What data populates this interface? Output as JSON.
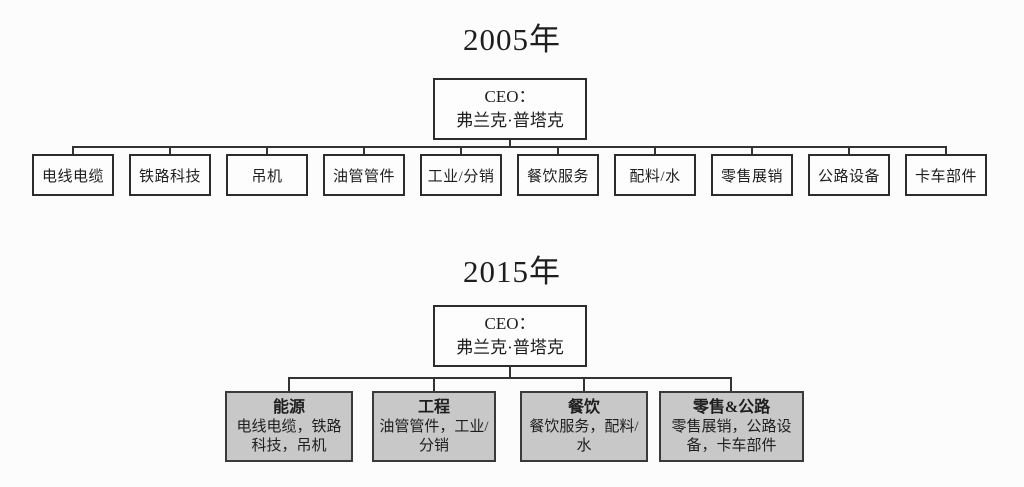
{
  "colors": {
    "background": "#fcfcfc",
    "box_fill": "#fdfdfd",
    "group_fill": "#c8c8c8",
    "border": "#2c2c2c",
    "group_border": "#3a3a3a",
    "line": "#333333",
    "text": "#1e1e1e"
  },
  "y2005": {
    "title": "2005年",
    "ceo": {
      "line1": "CEO：",
      "line2": "弗兰克·普塔克"
    },
    "divisions": [
      "电线电缆",
      "铁路科技",
      "吊机",
      "油管管件",
      "工业/分销",
      "餐饮服务",
      "配料/水",
      "零售展销",
      "公路设备",
      "卡车部件"
    ]
  },
  "y2015": {
    "title": "2015年",
    "ceo": {
      "line1": "CEO：",
      "line2": "弗兰克·普塔克"
    },
    "groups": [
      {
        "name": "能源",
        "members": "电线电缆，铁路科技，吊机"
      },
      {
        "name": "工程",
        "members": "油管管件，工业/分销"
      },
      {
        "name": "餐饮",
        "members": "餐饮服务，配料/水"
      },
      {
        "name": "零售&公路",
        "members": "零售展销，公路设备，卡车部件"
      }
    ]
  }
}
